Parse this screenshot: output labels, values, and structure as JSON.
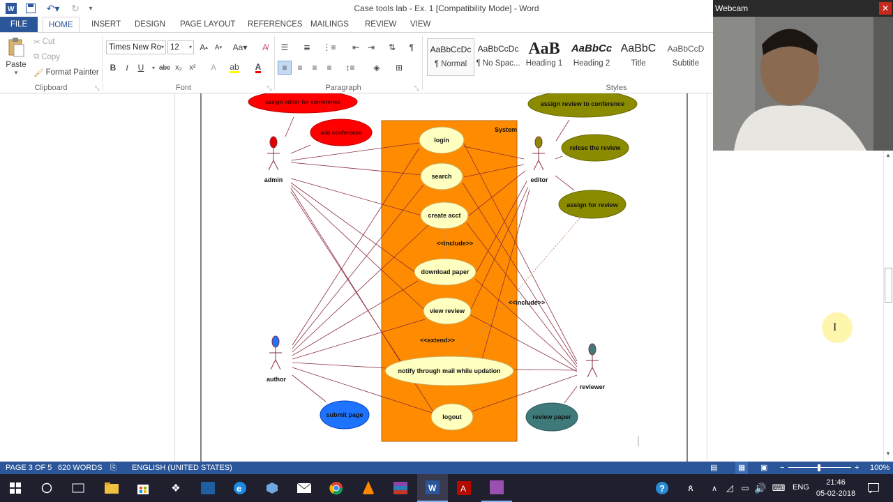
{
  "window": {
    "title": "Case tools lab - Ex. 1 [Compatibility Mode] - Word"
  },
  "tabs": [
    {
      "label": "FILE"
    },
    {
      "label": "HOME"
    },
    {
      "label": "INSERT"
    },
    {
      "label": "DESIGN"
    },
    {
      "label": "PAGE LAYOUT"
    },
    {
      "label": "REFERENCES"
    },
    {
      "label": "MAILINGS"
    },
    {
      "label": "REVIEW"
    },
    {
      "label": "VIEW"
    }
  ],
  "ribbon": {
    "clipboard": {
      "paste": "Paste",
      "cut": "Cut",
      "copy": "Copy",
      "format_painter": "Format Painter",
      "label": "Clipboard"
    },
    "font": {
      "name": "Times New Ro",
      "size": "12",
      "label": "Font"
    },
    "paragraph": {
      "label": "Paragraph"
    },
    "styles": {
      "label": "Styles",
      "items": [
        {
          "sample": "AaBbCcDc",
          "name": "¶ Normal"
        },
        {
          "sample": "AaBbCcDc",
          "name": "¶ No Spac..."
        },
        {
          "sample": "AaB",
          "name": "Heading 1"
        },
        {
          "sample": "AaBbCc",
          "name": "Heading 2"
        },
        {
          "sample": "AaBbC",
          "name": "Title"
        },
        {
          "sample": "AaBbCcD",
          "name": "Subtitle"
        }
      ]
    }
  },
  "diagram": {
    "system_label": "System",
    "actors": {
      "admin": "admin",
      "editor": "editor",
      "author": "author",
      "reviewer": "reviewer"
    },
    "use_cases": {
      "login": "login",
      "search": "search",
      "create_acct": "create acct",
      "download_paper": "download paper",
      "view_review": "view review",
      "notify": "notify through mail while updation",
      "logout": "logout",
      "assign_editor": "assign editor for conference",
      "add_conference": "add conference",
      "assign_review_conf": "assign review to conference",
      "release_review": "relese the review",
      "assign_for_review": "assign for review",
      "submit_page": "submit page",
      "review_paper": "review paper"
    },
    "stereotypes": {
      "include1": "<<include>>",
      "include2": "<<include>>",
      "extend": "<<extend>>"
    },
    "colors": {
      "system": "#ff8c00",
      "usecase_fill": "#ffffc0",
      "red": "#ff0000",
      "olive": "#8b8b00",
      "blue": "#1e74ff",
      "teal": "#3f7a7a",
      "line": "#8b2c3c"
    }
  },
  "webcam": {
    "title": "Webcam",
    "close": "✕"
  },
  "statusbar": {
    "page": "PAGE 3 OF 5",
    "words": "620 WORDS",
    "language": "ENGLISH (UNITED STATES)",
    "zoom": "100%"
  },
  "taskbar": {
    "lang": "ENG",
    "time": "21:46",
    "date": "05-02-2018"
  }
}
